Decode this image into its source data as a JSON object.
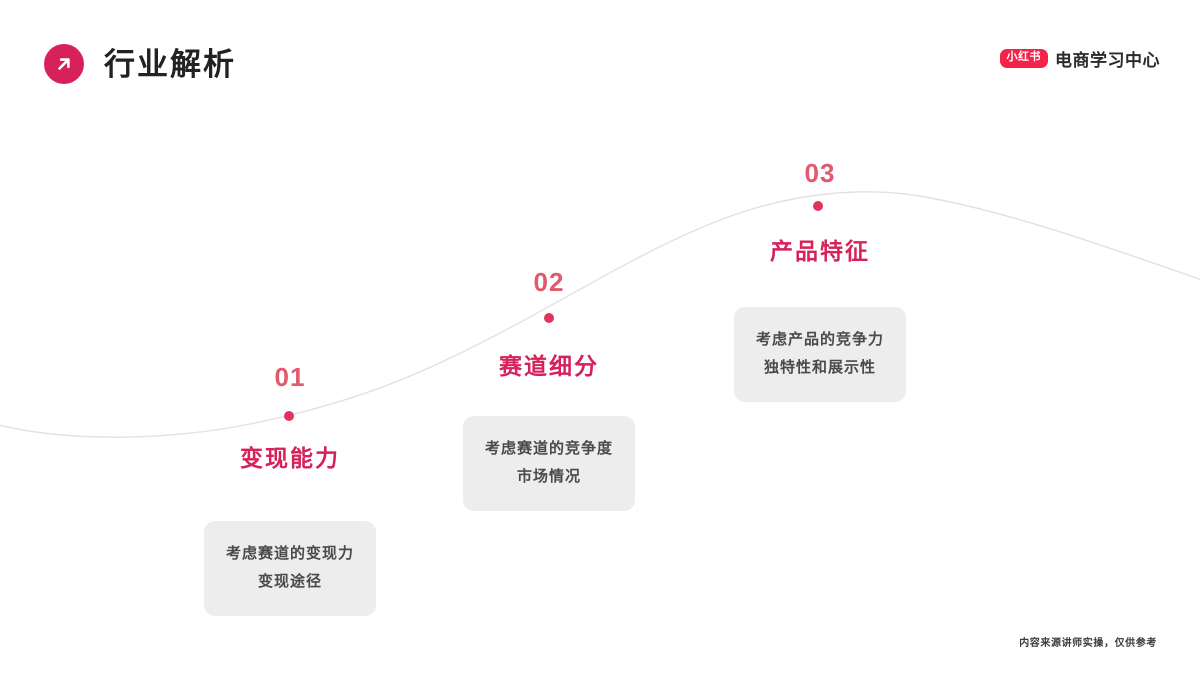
{
  "header": {
    "title": "行业解析",
    "badge_icon": "arrow-up-right-icon",
    "accent_color": "#d6215a"
  },
  "brand": {
    "logo_text": "小红书",
    "logo_bg": "#f5224a",
    "name": "电商学习中心"
  },
  "curve": {
    "stroke_color": "#e3e0e0",
    "stroke_width": 1.4
  },
  "steps": [
    {
      "number": "01",
      "heading": "变现能力",
      "lines": [
        "考虑赛道的变现力",
        "变现途径"
      ],
      "dot_color": "#e0345f"
    },
    {
      "number": "02",
      "heading": "赛道细分",
      "lines": [
        "考虑赛道的竞争度",
        "市场情况"
      ],
      "dot_color": "#e0345f"
    },
    {
      "number": "03",
      "heading": "产品特征",
      "lines": [
        "考虑产品的竞争力",
        "独特性和展示性"
      ],
      "dot_color": "#e0345f"
    }
  ],
  "footer": {
    "note": "内容来源讲师实操，仅供参考"
  }
}
